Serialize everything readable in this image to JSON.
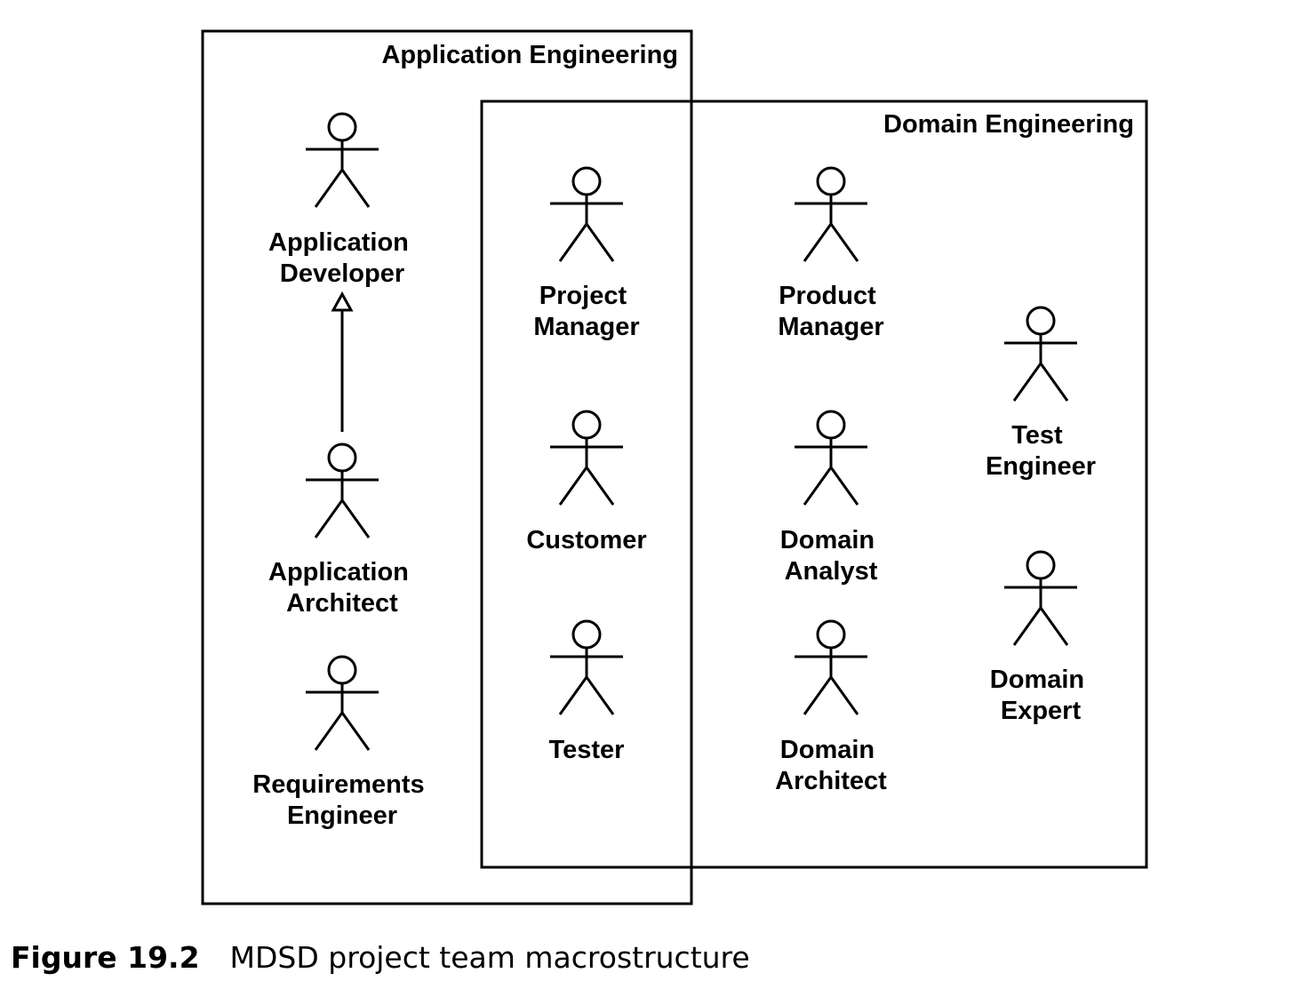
{
  "diagram": {
    "boxes": {
      "application_engineering": {
        "title": "Application Engineering"
      },
      "domain_engineering": {
        "title": "Domain Engineering"
      }
    },
    "actors": {
      "application_developer": [
        "Application",
        "Developer"
      ],
      "application_architect": [
        "Application",
        "Architect"
      ],
      "requirements_engineer": [
        "Requirements",
        "Engineer"
      ],
      "project_manager": [
        "Project",
        "Manager"
      ],
      "customer": [
        "Customer"
      ],
      "tester": [
        "Tester"
      ],
      "product_manager": [
        "Product",
        "Manager"
      ],
      "domain_analyst": [
        "Domain",
        "Analyst"
      ],
      "domain_architect": [
        "Domain",
        "Architect"
      ],
      "test_engineer": [
        "Test",
        "Engineer"
      ],
      "domain_expert": [
        "Domain",
        "Expert"
      ]
    },
    "relations": [
      {
        "type": "generalization",
        "from": "application_architect",
        "to": "application_developer"
      }
    ]
  },
  "caption": {
    "figure": "Figure 19.2",
    "text": "MDSD project team macrostructure"
  },
  "colors": {
    "stroke": "#000000",
    "background": "#ffffff"
  }
}
